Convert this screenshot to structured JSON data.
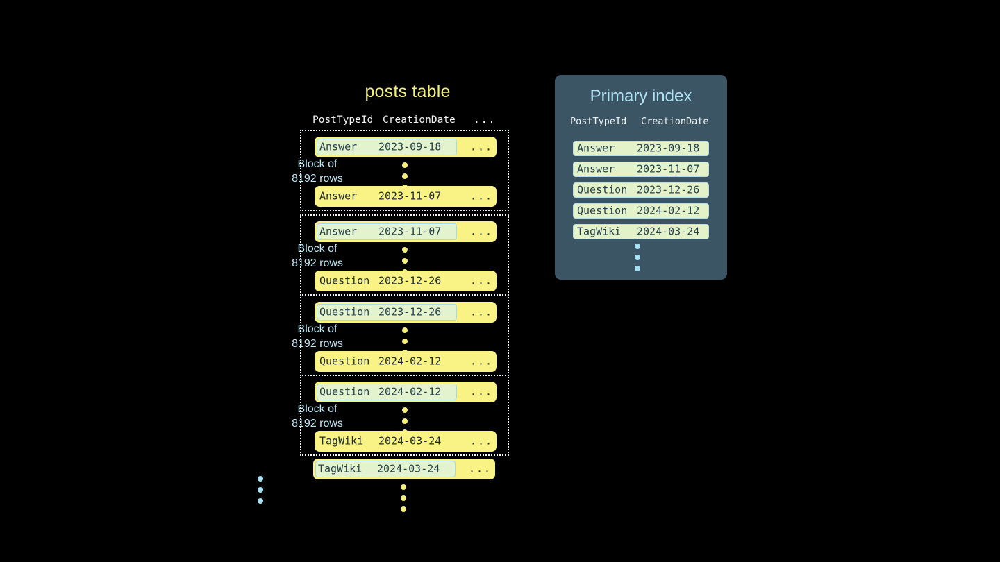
{
  "background_color": "#000000",
  "accent_yellow": "#f9f285",
  "accent_blue": "#aee2f2",
  "panel_slate": "#3c5564",
  "mark_green": "#e3f2c9",
  "posts_table": {
    "title": "posts table",
    "columns": {
      "post_type_id": "PostTypeId",
      "creation_date": "CreationDate",
      "more": "..."
    },
    "row_ellipsis": "...",
    "blocks": [
      {
        "label_line1": "Block of",
        "label_line2": "8192 rows",
        "first_row": {
          "post_type_id": "Answer",
          "creation_date": "2023-09-18",
          "more": "...",
          "marked": true
        },
        "last_row": {
          "post_type_id": "Answer",
          "creation_date": "2023-11-07",
          "more": "...",
          "marked": false
        }
      },
      {
        "label_line1": "Block of",
        "label_line2": "8192 rows",
        "first_row": {
          "post_type_id": "Answer",
          "creation_date": "2023-11-07",
          "more": "...",
          "marked": true
        },
        "last_row": {
          "post_type_id": "Question",
          "creation_date": "2023-12-26",
          "more": "...",
          "marked": false
        }
      },
      {
        "label_line1": "Block of",
        "label_line2": "8192 rows",
        "first_row": {
          "post_type_id": "Question",
          "creation_date": "2023-12-26",
          "more": "...",
          "marked": true
        },
        "last_row": {
          "post_type_id": "Question",
          "creation_date": "2024-02-12",
          "more": "...",
          "marked": false
        }
      },
      {
        "label_line1": "Block of",
        "label_line2": "8192 rows",
        "first_row": {
          "post_type_id": "Question",
          "creation_date": "2024-02-12",
          "more": "...",
          "marked": true
        },
        "last_row": {
          "post_type_id": "TagWiki",
          "creation_date": "2024-03-24",
          "more": "...",
          "marked": false
        }
      }
    ],
    "trailing_row": {
      "post_type_id": "TagWiki",
      "creation_date": "2024-03-24",
      "more": "...",
      "marked": true
    }
  },
  "primary_index": {
    "title": "Primary index",
    "columns": {
      "post_type_id": "PostTypeId",
      "creation_date": "CreationDate"
    },
    "entries": [
      {
        "post_type_id": "Answer",
        "creation_date": "2023-09-18"
      },
      {
        "post_type_id": "Answer",
        "creation_date": "2023-11-07"
      },
      {
        "post_type_id": "Question",
        "creation_date": "2023-12-26"
      },
      {
        "post_type_id": "Question",
        "creation_date": "2024-02-12"
      },
      {
        "post_type_id": "TagWiki",
        "creation_date": "2024-03-24"
      }
    ]
  }
}
